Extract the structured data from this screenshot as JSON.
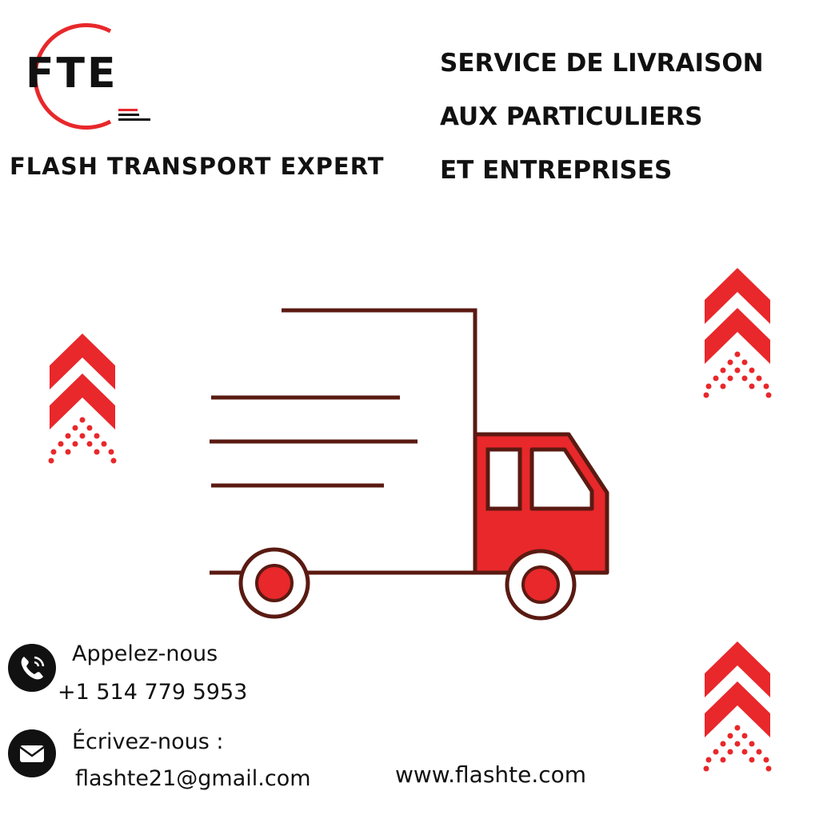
{
  "brand": {
    "logo_text": "FTE",
    "name": "FLASH TRANSPORT EXPERT"
  },
  "headline": {
    "lines": [
      "SERVICE DE LIVRAISON",
      "AUX PARTICULIERS",
      "ET ENTREPRISES"
    ]
  },
  "contact": {
    "phone_label": "Appelez-nous",
    "phone_number": "+1 514 779 5953",
    "email_label": "Écrivez-nous :",
    "email_address": "flashte21@gmail.com",
    "website": "www.flashte.com"
  },
  "icons": {
    "phone": "phone-icon",
    "mail": "envelope-icon",
    "truck": "delivery-truck-icon",
    "chevrons": "double-chevron-up-icon"
  },
  "colors": {
    "accent_red": "#e8282b",
    "truck_outline": "#5a1a12",
    "text": "#111111",
    "background": "#ffffff"
  }
}
